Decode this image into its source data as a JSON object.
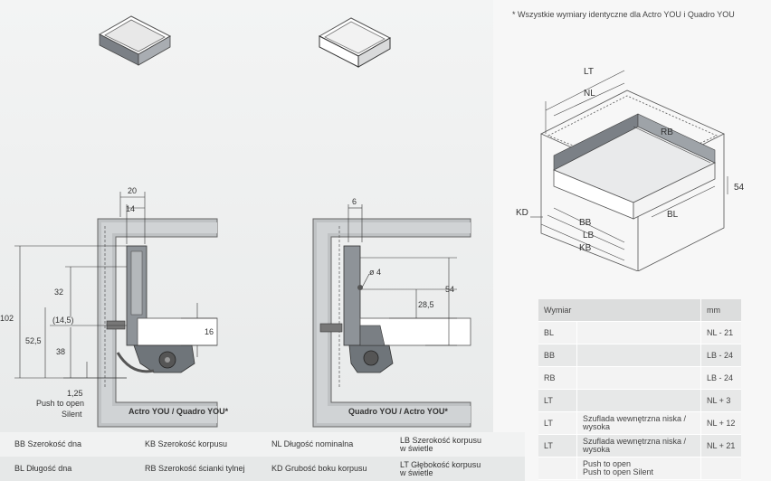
{
  "note": "* Wszystkie wymiary identyczne dla Actro YOU i Quadro YOU",
  "left_section": {
    "caption": "Actro YOU / Quadro YOU*",
    "dims": {
      "d20": "20",
      "d14": "14",
      "d102": "102",
      "d32": "32",
      "d14_5": "(14,5)",
      "d52_5": "52,5",
      "d38": "38",
      "d16": "16",
      "d1_25": "1,25"
    },
    "push_line1": "Push to open",
    "push_line2": "Silent"
  },
  "middle_section": {
    "caption": "Quadro YOU / Actro YOU*",
    "dims": {
      "d6": "6",
      "d_dia": "ø 4",
      "d54": "54",
      "d28_5": "28,5"
    }
  },
  "iso_labels": {
    "LT": "LT",
    "NL": "NL",
    "RB": "RB",
    "S54": "54",
    "KD": "KD",
    "BB": "BB",
    "LB": "LB",
    "KB": "KB",
    "BL": "BL"
  },
  "legend": [
    [
      "BB Szerokość dna",
      "KB Szerokość korpusu",
      "NL Długość nominalna",
      "LB Szerokość korpusu",
      "w świetle"
    ],
    [
      "BL Długość dna",
      "RB Szerokość ścianki tylnej",
      "KD Grubość boku korpusu",
      "LT Głębokość korpusu",
      "w świetle"
    ]
  ],
  "spec_table": {
    "header": {
      "wymiar": "Wymiar",
      "unit": "mm"
    },
    "rows": [
      {
        "code": "BL",
        "desc1": "",
        "desc2": "",
        "value": "NL - 21"
      },
      {
        "code": "BB",
        "desc1": "",
        "desc2": "",
        "value": "LB - 24"
      },
      {
        "code": "RB",
        "desc1": "",
        "desc2": "",
        "value": "LB - 24"
      },
      {
        "code": "LT",
        "desc1": "",
        "desc2": "",
        "value": "NL + 3"
      },
      {
        "code": "LT",
        "desc1": "Szuflada wewnętrzna niska /",
        "desc2": "wysoka",
        "value": "NL + 12"
      },
      {
        "code": "LT",
        "desc1": "Szuflada wewnętrzna niska /",
        "desc2": "wysoka",
        "value": "NL + 21"
      },
      {
        "code": "",
        "desc1": "Push to open",
        "desc2": "Push to open Silent",
        "value": ""
      }
    ]
  }
}
